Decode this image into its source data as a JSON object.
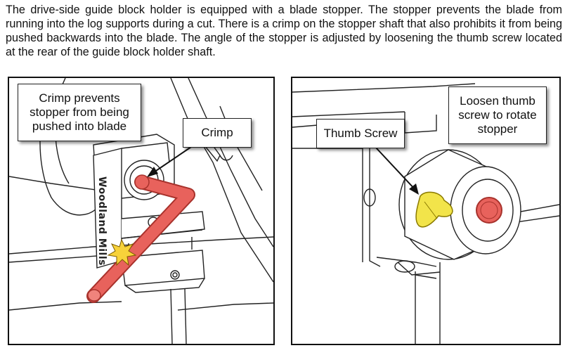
{
  "intro_text": "The drive-side guide block holder is equipped with a blade stopper.  The stopper prevents the blade from running into the log supports during a cut.  There is a crimp on the stopper shaft that also prohibits it from being pushed backwards into the blade.  The angle of the stopper is adjusted by loosening the thumb screw located at the rear of the guide block holder shaft.",
  "left_panel": {
    "callout_crimp_prevents": "Crimp prevents\nstopper from being\npushed into blade",
    "callout_crimp": "Crimp",
    "engraved_text": "Woodland Mills"
  },
  "right_panel": {
    "callout_thumb_screw": "Thumb Screw",
    "callout_loosen": "Loosen thumb\nscrew to rotate\nstopper"
  },
  "colors": {
    "stopper_red": "#e8625c",
    "stopper_outline": "#a8322c",
    "crimp_star": "#f7d23a",
    "thumb_screw_yellow": "#f2e44a",
    "line_art": "#222222"
  }
}
